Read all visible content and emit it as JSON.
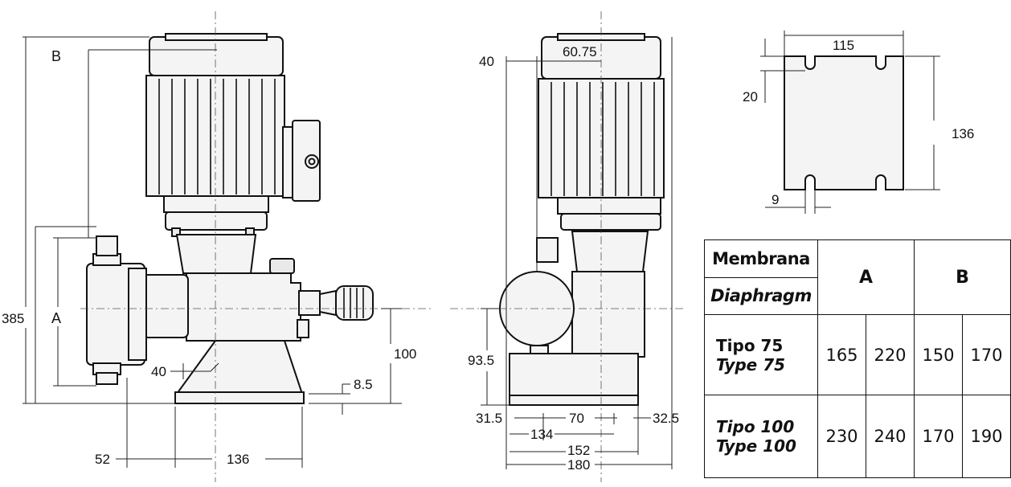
{
  "side_view": {
    "label_b": "B",
    "label_a": "A",
    "dim_385": "385",
    "dim_100": "100",
    "dim_40": "40",
    "dim_8_5": "8.5",
    "dim_52": "52",
    "dim_136": "136"
  },
  "front_view": {
    "dim_40": "40",
    "dim_60_75": "60.75",
    "dim_93_5": "93.5",
    "dim_31_5": "31.5",
    "dim_70": "70",
    "dim_32_5": "32.5",
    "dim_134": "134",
    "dim_152": "152",
    "dim_180": "180"
  },
  "base_plate": {
    "dim_115": "115",
    "dim_20": "20",
    "dim_136": "136",
    "dim_9": "9"
  },
  "table": {
    "header_it": "Membrana",
    "header_en": "Diaphragm",
    "col_a": "A",
    "col_b": "B",
    "rows": [
      {
        "it": "Tipo 75",
        "en": "Type 75",
        "a1": "165",
        "a2": "220",
        "b1": "150",
        "b2": "170"
      },
      {
        "it": "Tipo 100",
        "en": "Type 100",
        "a1": "230",
        "a2": "240",
        "b1": "170",
        "b2": "190"
      }
    ]
  }
}
